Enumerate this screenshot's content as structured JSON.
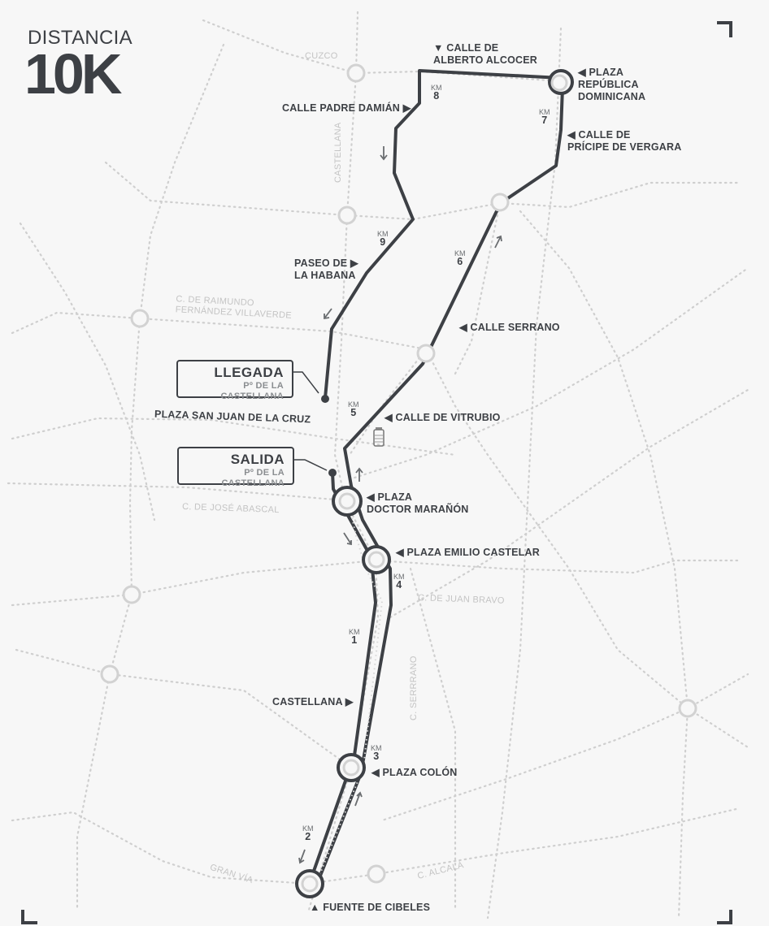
{
  "header": {
    "subtitle": "DISTANCIA",
    "distance": "10K"
  },
  "colors": {
    "background": "#f7f7f7",
    "route": "#3d4045",
    "streets": "#cfcfcf"
  },
  "start": {
    "label": "SALIDA",
    "sub": "Pº DE LA CASTELLANA"
  },
  "finish": {
    "label": "LLEGADA",
    "sub": "Pº DE LA CASTELLANA"
  },
  "route_labels": [
    "▼ CALLE DE\nALBERTO ALCOCER",
    "◀ PLAZA\nREPÚBLICA\nDOMINICANA",
    "◀ CALLE DE\nPRÍCIPE DE VERGARA",
    "CALLE PADRE DAMIÁN ▶",
    "PASEO DE ▶\nLA HABANA",
    "◀ CALLE SERRANO",
    "◀ CALLE DE VITRUBIO",
    "◀ PLAZA\nDOCTOR MARAÑÓN",
    "◀ PLAZA EMILIO CASTELAR",
    "CASTELLANA ▶",
    "◀ PLAZA COLÓN",
    "▲ FUENTE DE CIBELES",
    "PLAZA SAN JUAN DE LA CRUZ"
  ],
  "street_labels": [
    "CUZCO",
    "CASTELLANA",
    "C. DE RAIMUNDO\nFERNÁNDEZ VILLAVERDE",
    "C. DE JOSÉ ABASCAL",
    "C. DE JUAN BRAVO",
    "C. SERRRANO",
    "GRAN VÍA",
    "C. ALCALÁ"
  ],
  "km_prefix": "KM",
  "km_markers": [
    "1",
    "2",
    "3",
    "4",
    "5",
    "6",
    "7",
    "8",
    "9"
  ],
  "icons": {
    "water": "water-bottle-icon",
    "direction": "arrow-icon"
  }
}
